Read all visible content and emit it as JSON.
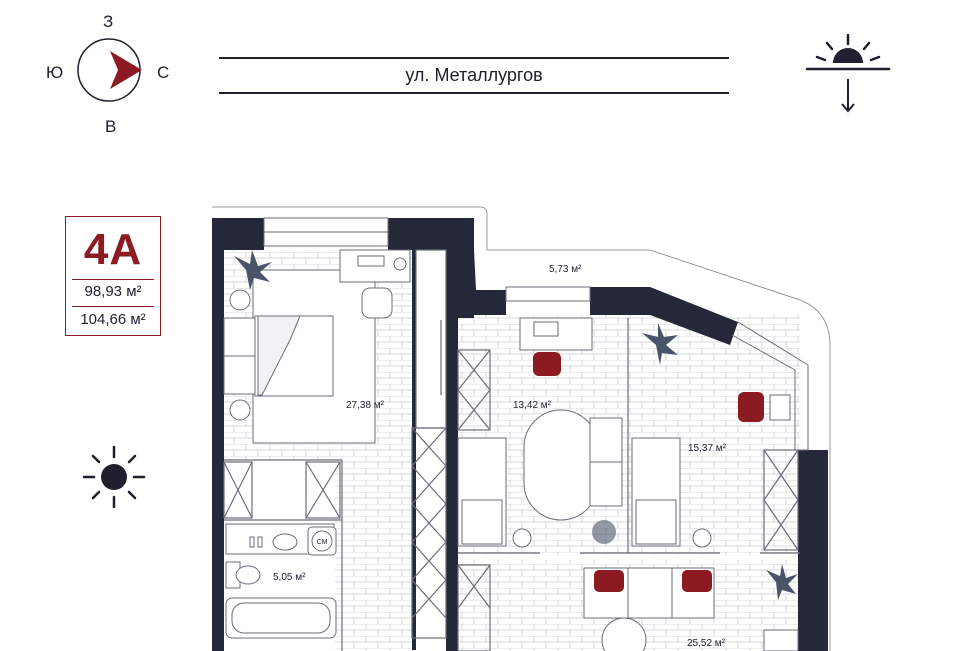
{
  "compass": {
    "north": "З",
    "south": "В",
    "west": "Ю",
    "east": "С",
    "needle_color": "#8b1a22"
  },
  "street": {
    "name": "ул. Металлургов"
  },
  "apartment": {
    "type": "4А",
    "living_area": "98,93 м²",
    "total_area": "104,66 м²",
    "accent_color": "#8b1a22"
  },
  "rooms": [
    {
      "area": "5,73 м²"
    },
    {
      "area": "27,38 м²"
    },
    {
      "area": "13,42 м²"
    },
    {
      "area": "15,37 м²"
    },
    {
      "area": "5,05 м²"
    },
    {
      "area": "25,52 м²"
    }
  ],
  "fixtures": {
    "washer_label": "СМ"
  },
  "icons": {
    "sunset": "sunset-icon",
    "sun": "sun-icon",
    "compass": "compass-icon"
  },
  "colors": {
    "wall": "#252838",
    "line": "#6b6e78",
    "furniture_accent": "#8b1a22",
    "plant": "#4a5468"
  }
}
